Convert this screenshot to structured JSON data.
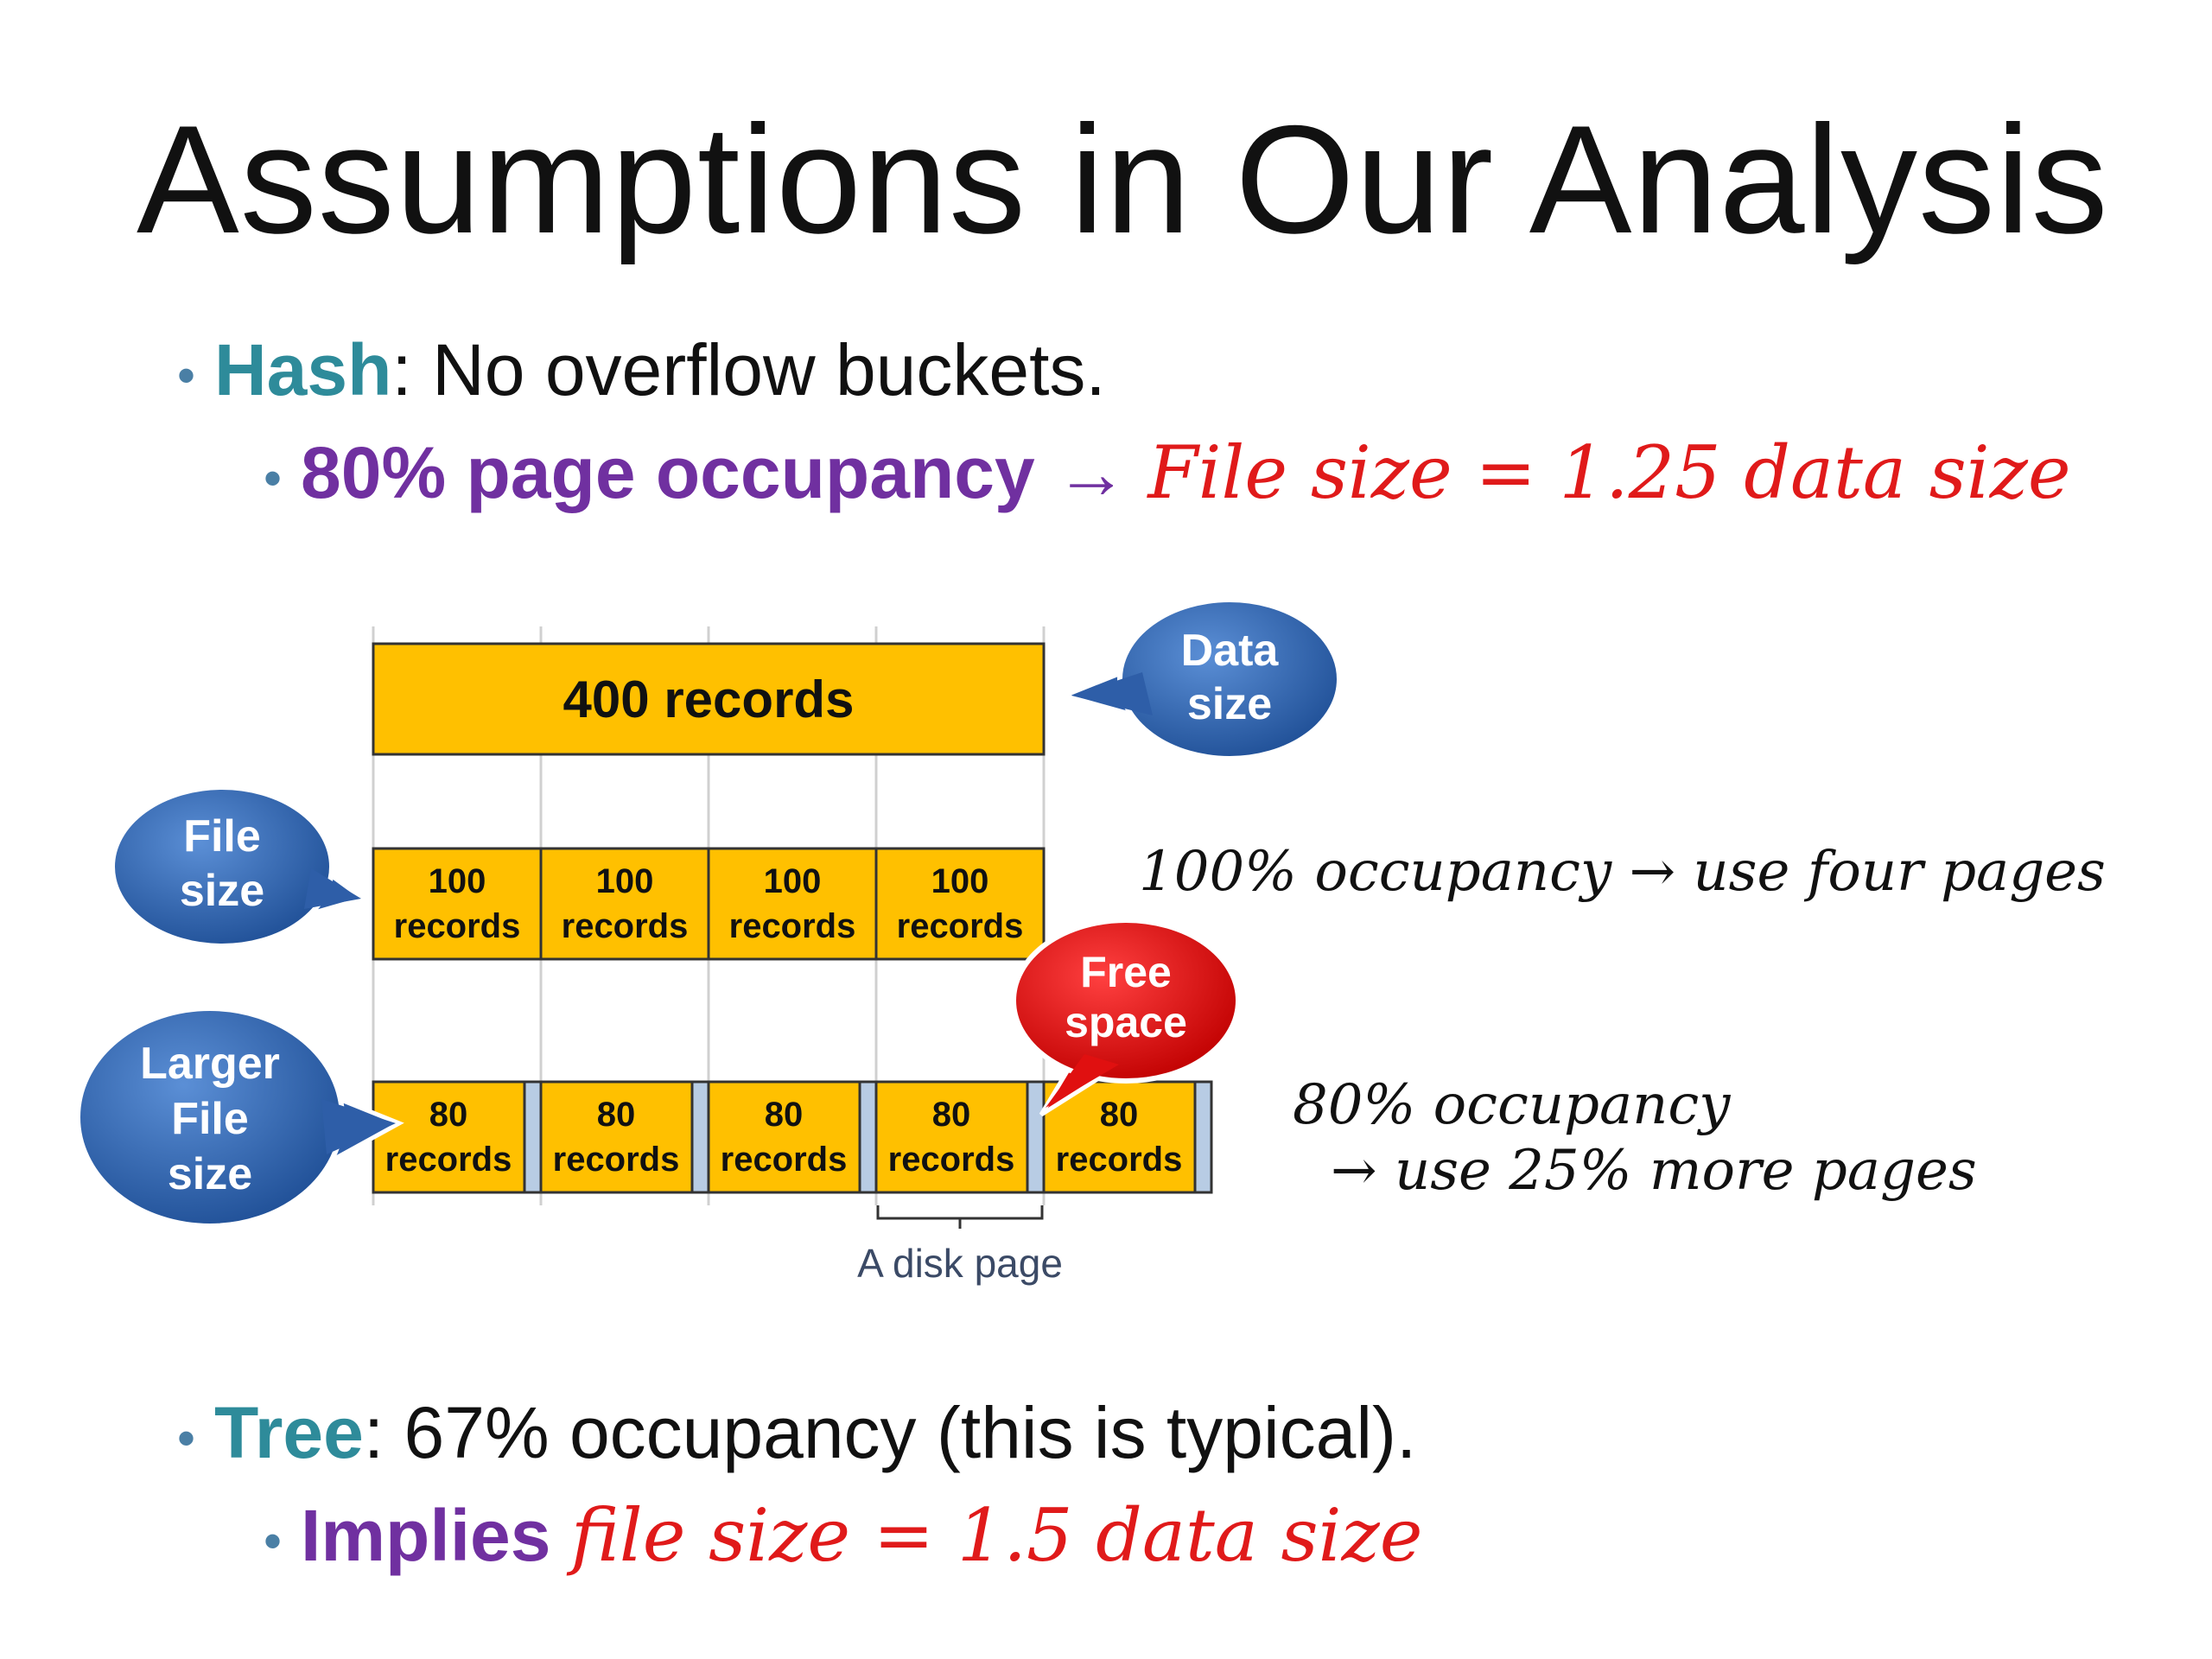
{
  "title": "Assumptions in Our Analysis",
  "bullets": {
    "hash_label": "Hash",
    "hash_rest": ":  No overflow buckets.",
    "occupancy_purple": "80% page occupancy →",
    "occupancy_red": "File size = 1.25 data size",
    "tree_label": "Tree",
    "tree_rest": ": 67% occupancy (this is typical).",
    "implies_purple": "Implies",
    "implies_red": "file size =  1.5 data size"
  },
  "diagram": {
    "data_block": "400 records",
    "callout_data": [
      "Data",
      "size"
    ],
    "callout_file": [
      "File",
      "size"
    ],
    "callout_larger": [
      "Larger",
      "File",
      "size"
    ],
    "callout_free": [
      "Free",
      "space"
    ],
    "row_full": [
      [
        "100",
        "records"
      ],
      [
        "100",
        "records"
      ],
      [
        "100",
        "records"
      ],
      [
        "100",
        "records"
      ]
    ],
    "row_80": [
      [
        "80",
        "records"
      ],
      [
        "80",
        "records"
      ],
      [
        "80",
        "records"
      ],
      [
        "80",
        "records"
      ],
      [
        "80",
        "records"
      ]
    ],
    "disk_page_label": "A disk page",
    "note_full": "100% occupancy → use four pages",
    "note_80_line1": "80% occupancy",
    "note_80_line2": "→ use 25% more pages"
  },
  "colors": {
    "block": "#ffc000",
    "free": "#b8cce4",
    "callout_blue": "#2e5ea8",
    "callout_red": "#e01010",
    "teal": "#2e8b9a",
    "purple": "#7030a0",
    "red_text": "#e01a1a"
  }
}
